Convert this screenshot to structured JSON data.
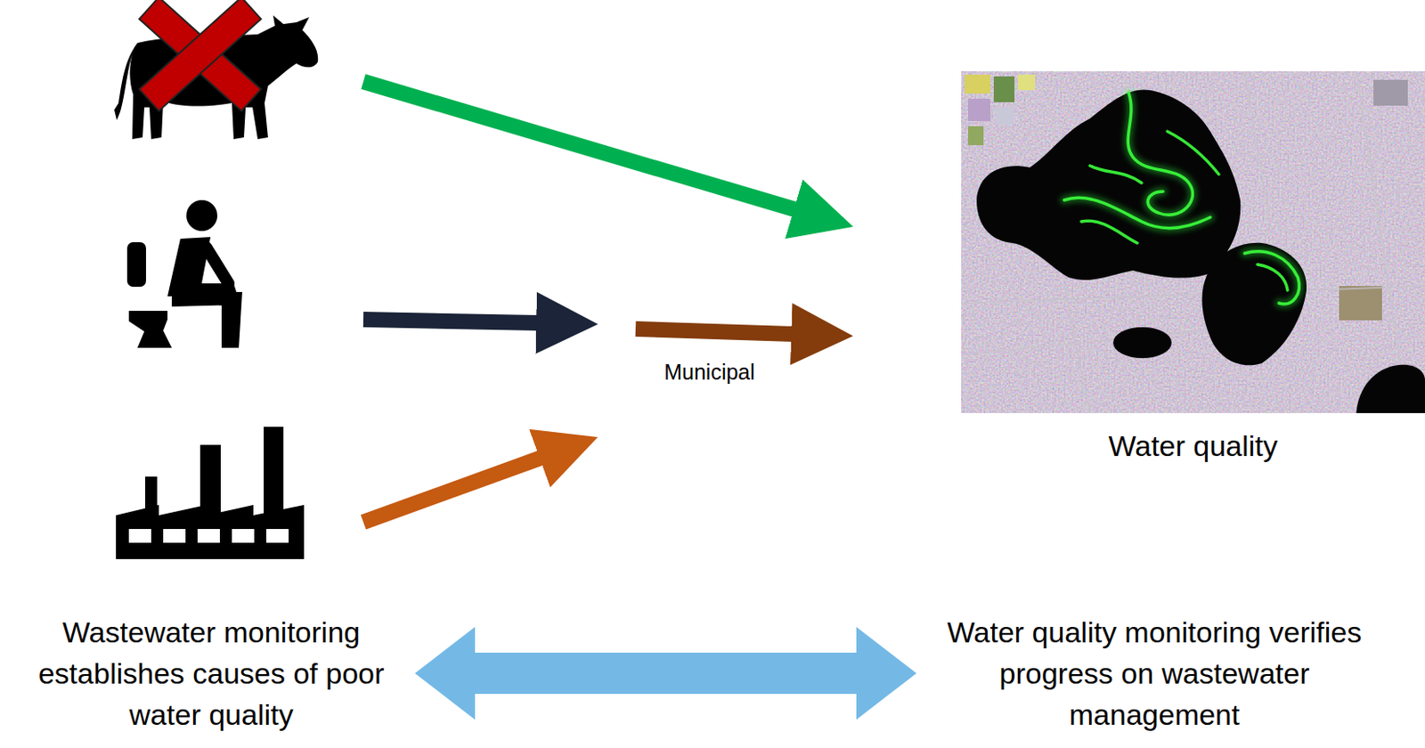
{
  "diagram": {
    "nodes": [
      {
        "text": [
          "Water quality"
        ]
      },
      {
        "text": [
          "Wastewater monitoring establishes causes of poor water quality"
        ]
      },
      {
        "text": [
          "Water quality monitoring verifies progress on wastewater management"
        ]
      }
    ],
    "edges": [
      {
        "from": 1,
        "to": 2,
        "arrow": "both"
      }
    ],
    "labels": [
      "Municipal"
    ]
  }
}
